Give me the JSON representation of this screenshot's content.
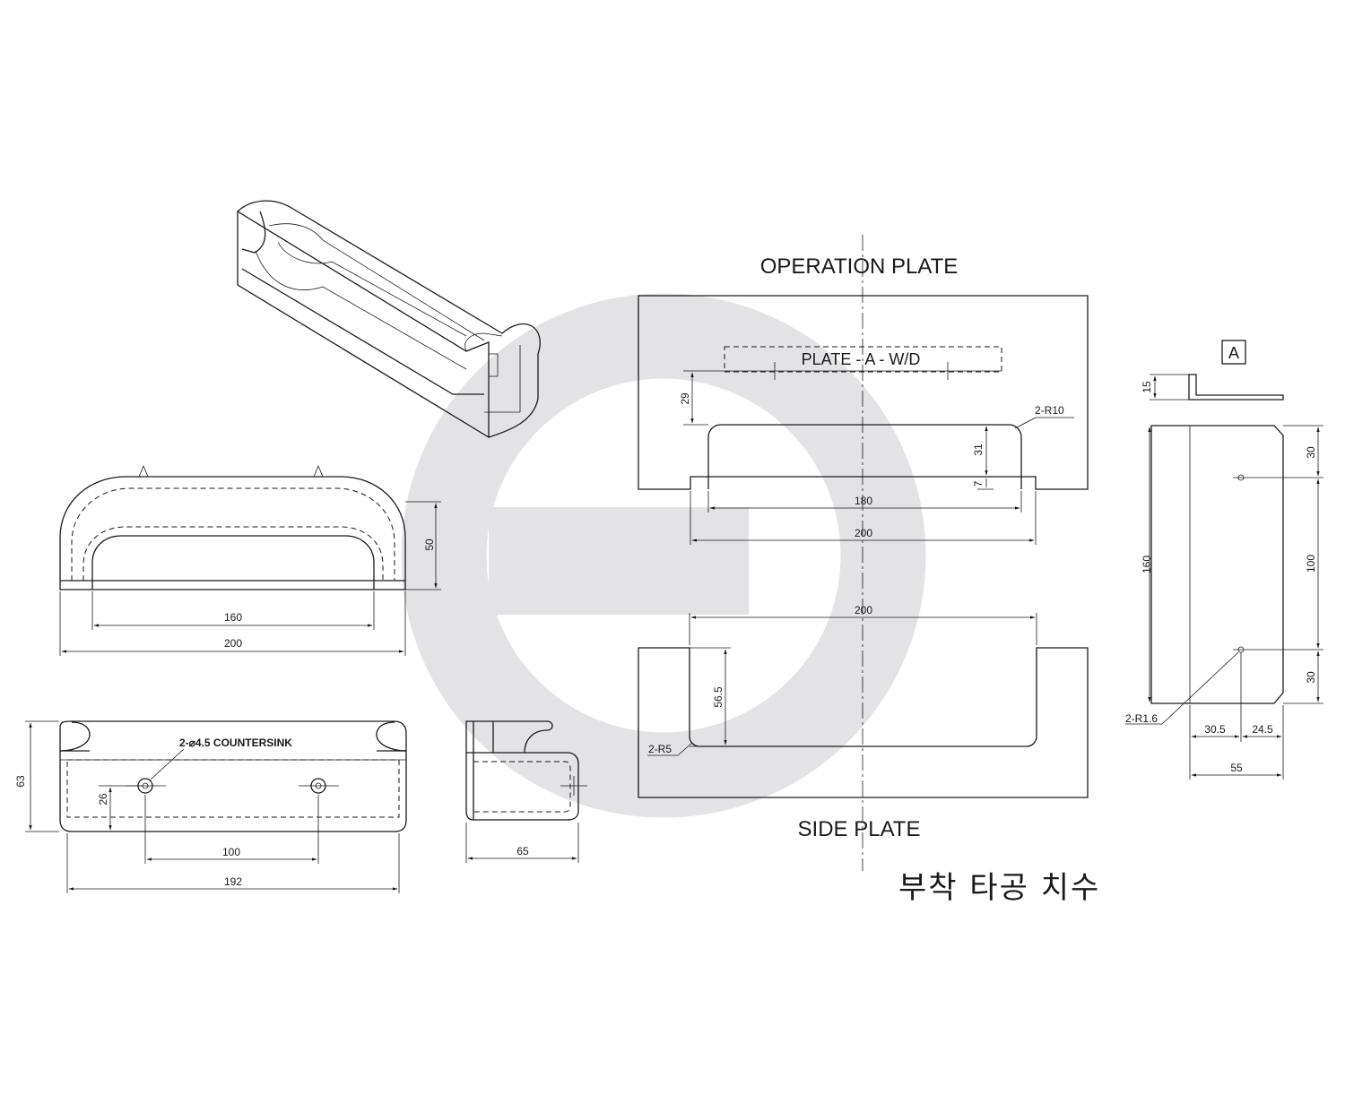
{
  "labels": {
    "operation_plate": "OPERATION PLATE",
    "plate_a_wd": "PLATE - A - W/D",
    "side_plate": "SIDE PLATE",
    "view_a": "A",
    "mounting_hole_dimensions": "부착 타공 치수",
    "countersink_note": "2-⌀4.5 COUNTERSINK"
  },
  "front_view": {
    "dim_50": "50",
    "dim_160": "160",
    "dim_200": "200"
  },
  "bottom_view": {
    "dim_63": "63",
    "dim_26": "26",
    "dim_100": "100",
    "dim_192": "192"
  },
  "side_view": {
    "dim_65": "65"
  },
  "operation_plate": {
    "dim_29": "29",
    "radius": "2-R10",
    "dim_31": "31",
    "dim_7": "7",
    "dim_180": "180",
    "dim_200": "200"
  },
  "side_plate": {
    "dim_200": "200",
    "dim_56_5": "56.5",
    "radius": "2-R5"
  },
  "view_a_dims": {
    "dim_15": "15",
    "dim_30_top": "30",
    "dim_160": "160",
    "dim_100": "100",
    "dim_30_bottom": "30",
    "radius": "2-R1.6",
    "dim_30_5": "30.5",
    "dim_24_5": "24.5",
    "dim_55": "55"
  },
  "watermark": {
    "color": "#e3e3e6"
  }
}
